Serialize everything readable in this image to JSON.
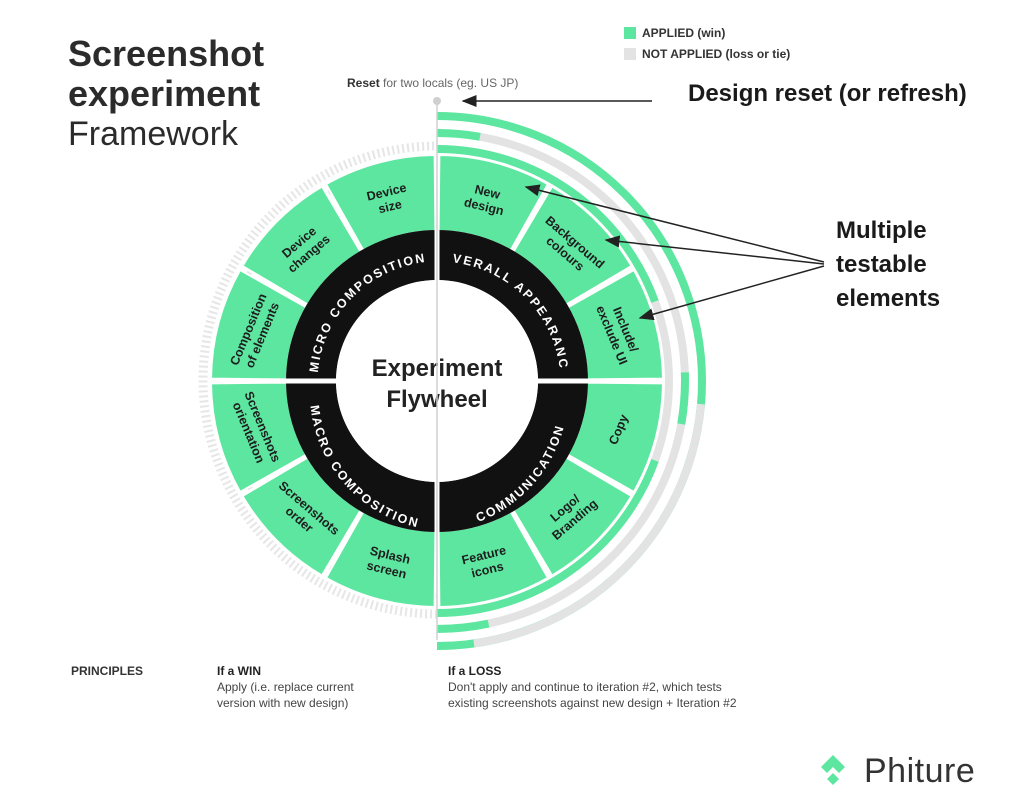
{
  "title": {
    "line1": "Screenshot",
    "line2": "experiment",
    "line3": "Framework"
  },
  "legend": {
    "applied": "APPLIED (win)",
    "not_applied": "NOT APPLIED (loss or tie)",
    "applied_color": "#5de6a0",
    "not_applied_color": "#e3e3e3"
  },
  "reset": {
    "bold": "Reset",
    "rest": "for two locals (eg. US JP)"
  },
  "callouts": {
    "design_reset": "Design reset (or refresh)",
    "multiple_1": "Multiple",
    "multiple_2": "testable",
    "multiple_3": "elements"
  },
  "center": {
    "line1": "Experiment",
    "line2": "Flywheel"
  },
  "categories": {
    "micro": "MICRO COMPOSITION",
    "overall": "OVERALL APPEARANCE",
    "communication": "COMMUNICATION",
    "macro": "MACRO COMPOSITION"
  },
  "segments": {
    "new_design": [
      "New",
      "design"
    ],
    "background_colours": [
      "Background",
      "colours"
    ],
    "include_exclude_ui": [
      "Include/",
      "exclude UI"
    ],
    "copy": [
      "Copy"
    ],
    "logo_branding": [
      "Logo/",
      "Branding"
    ],
    "feature_icons": [
      "Feature",
      "icons"
    ],
    "splash_screen": [
      "Splash",
      "screen"
    ],
    "screenshots_order": [
      "Screenshots",
      "order"
    ],
    "screenshots_orientation": [
      "Screenshots",
      "orientation"
    ],
    "composition_of_elements": [
      "Composition",
      "of elements"
    ],
    "device_changes": [
      "Device",
      "changes"
    ],
    "device_size": [
      "Device",
      "size"
    ]
  },
  "principles": {
    "title": "PRINCIPLES",
    "win_title": "If a WIN",
    "win_text_1": "Apply (i.e. replace current",
    "win_text_2": "version with new design)",
    "loss_title": "If a LOSS",
    "loss_text_1": "Don't apply and continue to iteration #2, which tests",
    "loss_text_2": "existing screenshots against new design + Iteration #2"
  },
  "brand": {
    "name": "Phiture",
    "color": "#5de6a0"
  },
  "colors": {
    "green": "#5de6a0",
    "black": "#111111",
    "grey": "#e3e3e3"
  }
}
